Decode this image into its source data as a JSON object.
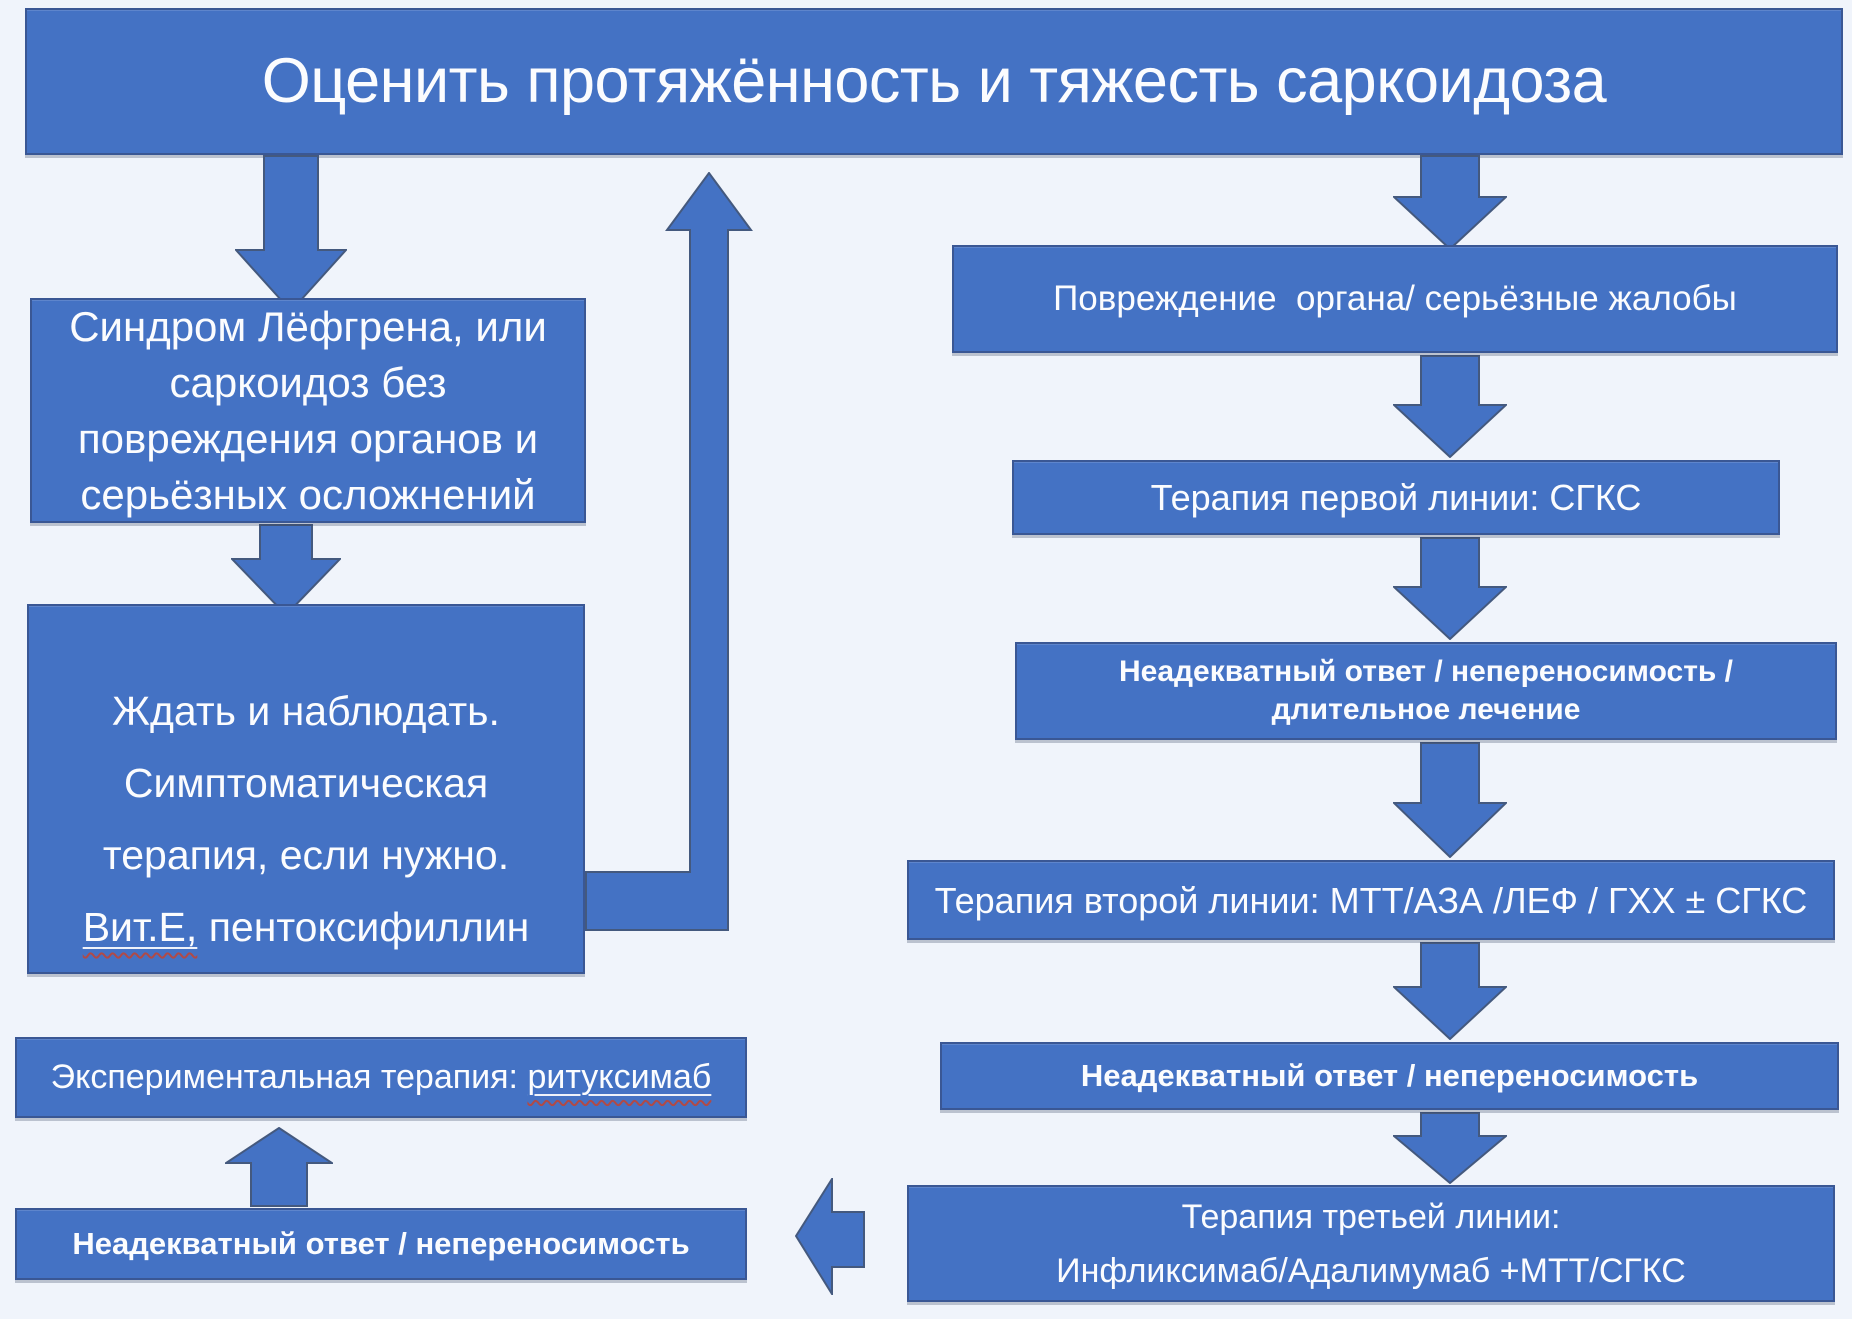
{
  "colors": {
    "background": "#f0f4fb",
    "box_fill": "#4472c4",
    "box_border": "#3a5794",
    "arrow_fill": "#4472c4",
    "arrow_stroke": "#44597e",
    "text": "#fbfcfe",
    "squiggle": "#b04a47"
  },
  "title": "Оценить протяжённость и тяжесть саркоидоза",
  "left_branch": {
    "lofgren_box": {
      "lines": [
        "Синдром Лёфгрена, или",
        "саркоидоз без",
        "повреждения органов и",
        "серьёзных осложнений"
      ]
    },
    "wait_box": {
      "lines": [
        "Ждать и наблюдать.",
        "Симптоматическая",
        "терапия, если нужно."
      ],
      "vit_e": "Вит.Е,",
      "pentoxifylline": " пентоксифиллин"
    },
    "experimental_box": {
      "label": "Экспериментальная терапия: ",
      "drug": "ритуксимаб"
    },
    "inadequate_box": {
      "text": "Неадекватный ответ / непереносимость"
    }
  },
  "right_branch": {
    "organ_damage_box": {
      "text": "Повреждение  органа/ серьёзные жалобы"
    },
    "first_line_box": {
      "text": "Терапия первой линии: СГКС"
    },
    "inadequate_long_box": {
      "lines": [
        "Неадекватный ответ / непереносимость /",
        "длительное лечение"
      ]
    },
    "second_line_box": {
      "text": "Терапия второй линии: МТТ/АЗА /ЛЕФ / ГХХ ± СГКС"
    },
    "inadequate_box": {
      "text": "Неадекватный ответ / непереносимость"
    },
    "third_line_box": {
      "lines": [
        "Терапия третьей линии:",
        "Инфликсимаб/Адалимумаб +МТТ/СГКС"
      ]
    }
  }
}
